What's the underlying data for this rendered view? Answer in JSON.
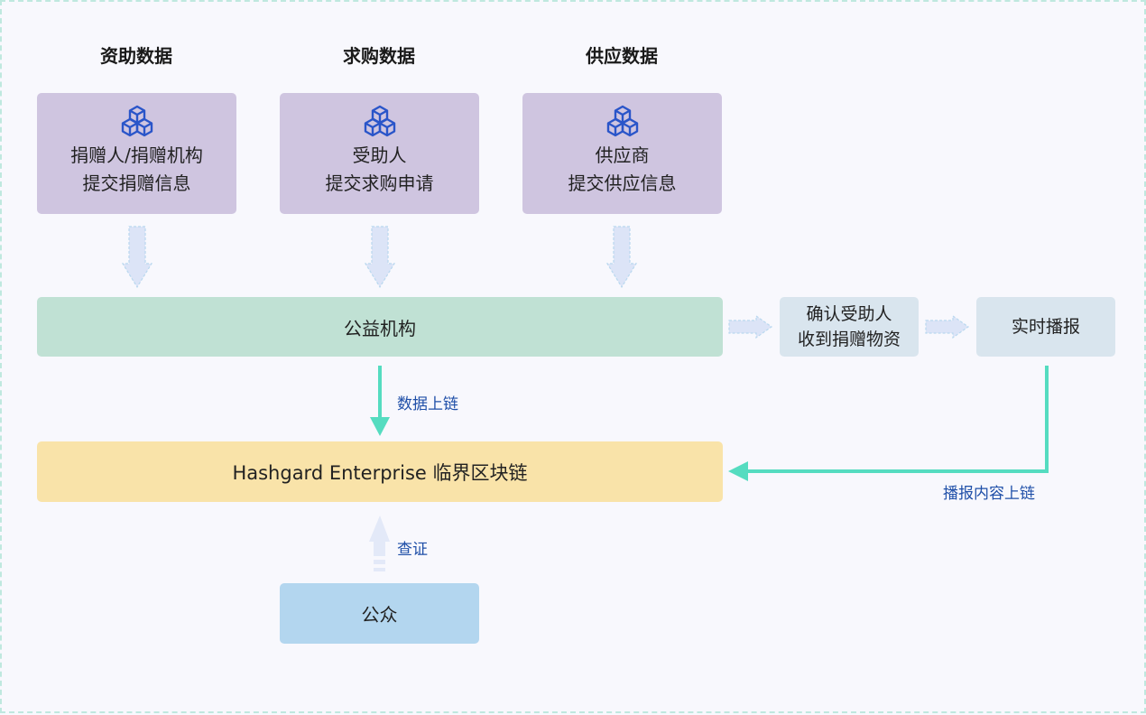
{
  "columns": [
    {
      "heading": "资助数据",
      "line1": "捐赠人/捐赠机构",
      "line2": "提交捐赠信息",
      "icon": "cubes-icon"
    },
    {
      "heading": "求购数据",
      "line1": "受助人",
      "line2": "提交求购申请",
      "icon": "cubes-icon"
    },
    {
      "heading": "供应数据",
      "line1": "供应商",
      "line2": "提交供应信息",
      "icon": "cubes-icon"
    }
  ],
  "charity": {
    "label": "公益机构"
  },
  "confirm": {
    "line1": "确认受助人",
    "line2": "收到捐赠物资"
  },
  "broadcast": {
    "label": "实时播报"
  },
  "chain": {
    "label": "Hashgard Enterprise 临界区块链"
  },
  "public": {
    "label": "公众"
  },
  "edges": {
    "upload": "数据上链",
    "broadcast_upload": "播报内容上链",
    "verify": "查证"
  },
  "colors": {
    "source_box": "#cfc5e0",
    "charity_bar": "#c0e1d4",
    "chain_bar": "#f9e3a9",
    "process_box": "#d9e5ee",
    "public_box": "#b3d6ef",
    "solid_arrow": "#55dcc0",
    "icon": "#2a55c9",
    "edge_label": "#1f4fa8"
  }
}
